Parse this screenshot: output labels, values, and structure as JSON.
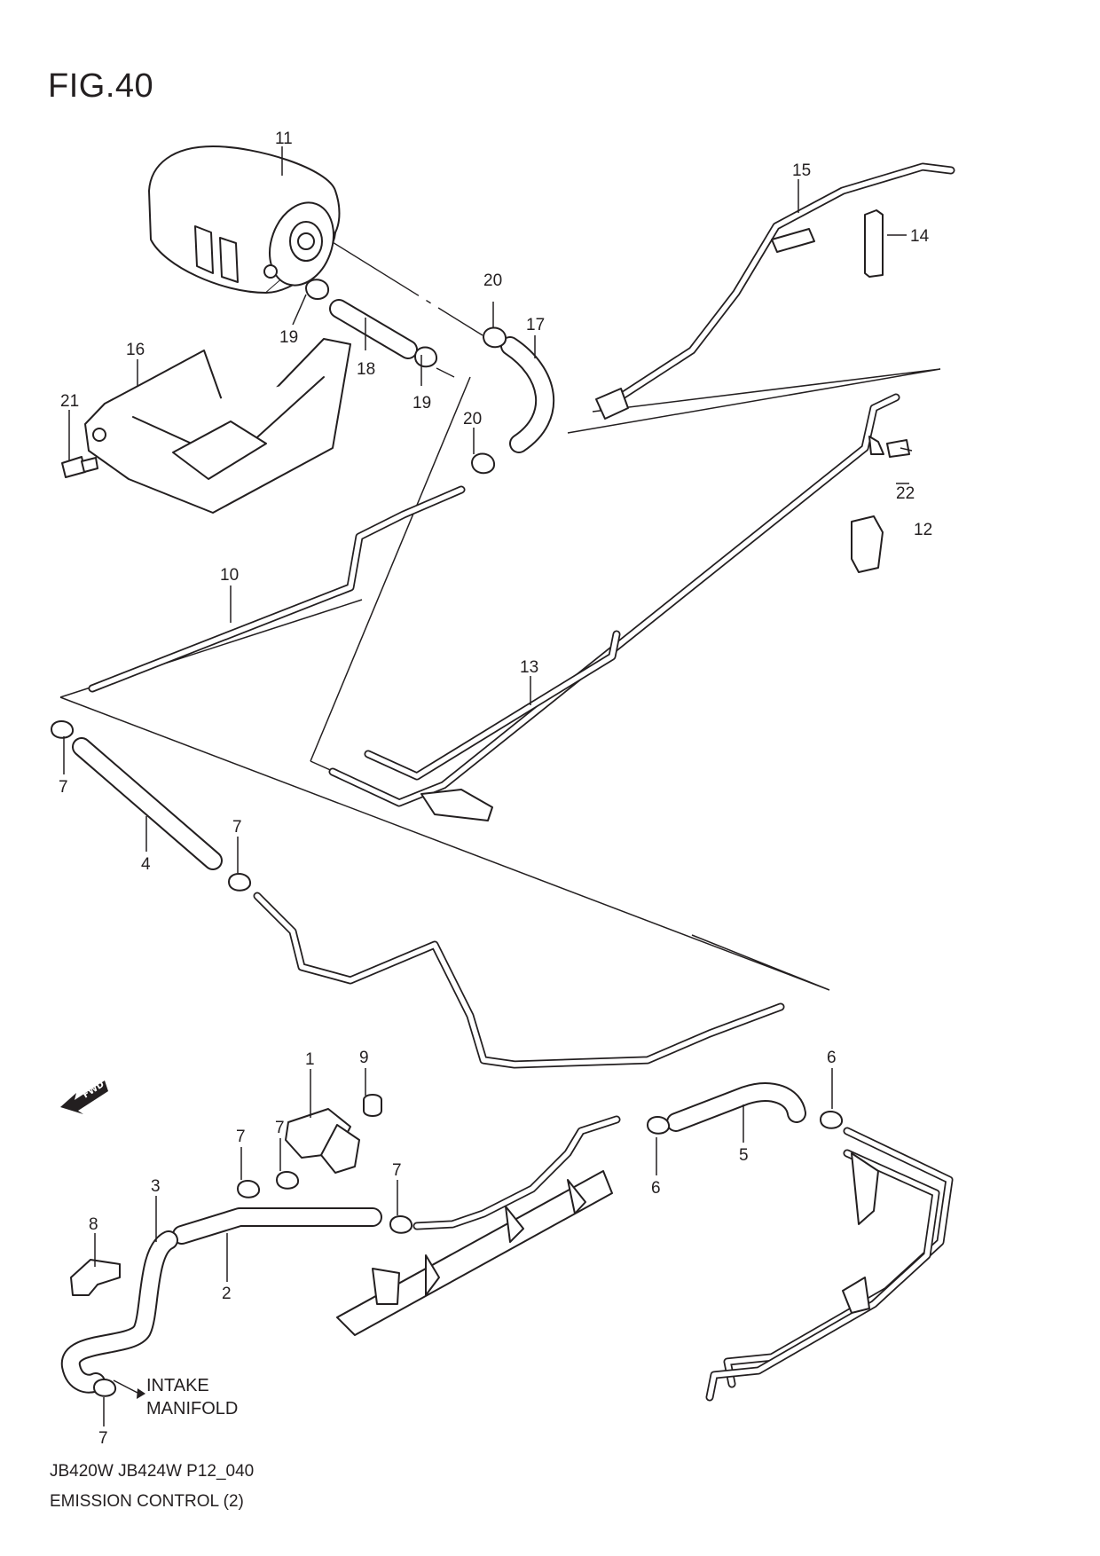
{
  "figure": {
    "title": "FIG.40",
    "footer_code": "JB420W JB424W P12_040",
    "footer_name": "EMISSION CONTROL (2)",
    "intake_note_line1": "INTAKE",
    "intake_note_line2": "MANIFOLD",
    "fwd_label": "FWD"
  },
  "callouts": {
    "c1": "1",
    "c2": "2",
    "c3": "3",
    "c4": "4",
    "c5": "5",
    "c6a": "6",
    "c6b": "6",
    "c7a": "7",
    "c7b": "7",
    "c7c": "7",
    "c7d": "7",
    "c7e": "7",
    "c7f": "7",
    "c8": "8",
    "c9": "9",
    "c10": "10",
    "c11": "11",
    "c12": "12",
    "c13": "13",
    "c14": "14",
    "c15": "15",
    "c16": "16",
    "c17": "17",
    "c18": "18",
    "c19a": "19",
    "c19b": "19",
    "c20a": "20",
    "c20b": "20",
    "c21": "21",
    "c22": "22"
  }
}
